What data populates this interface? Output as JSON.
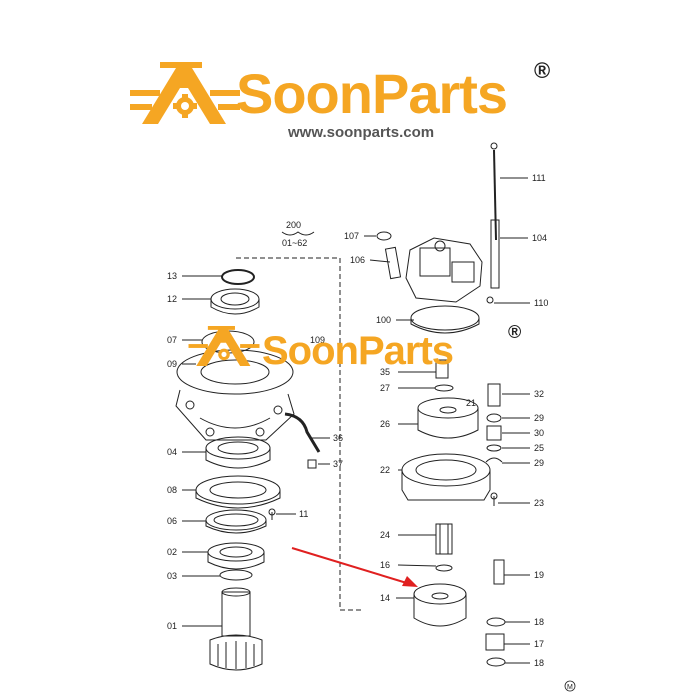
{
  "brand": {
    "wordmark": "SoonParts",
    "registered": "®",
    "url": "www.soonparts.com",
    "color": "#f5a623"
  },
  "watermark": {
    "wordmark": "SoonParts",
    "registered": "®"
  },
  "assembly_ref": {
    "number": "200",
    "range": "01~62"
  },
  "corner_mark": "M",
  "labels": {
    "l111": "111",
    "l104": "104",
    "l107": "107",
    "l106": "106",
    "l110": "110",
    "l100": "100",
    "l13": "13",
    "l12": "12",
    "l07": "07",
    "l109": "109",
    "l09": "09",
    "l35": "35",
    "l27": "27",
    "l32": "32",
    "l21": "21",
    "l26": "26",
    "l29a": "29",
    "l30": "30",
    "l25": "25",
    "l29b": "29",
    "l36": "36",
    "l37": "37",
    "l04": "04",
    "l22": "22",
    "l23": "23",
    "l08": "08",
    "l11": "11",
    "l06": "06",
    "l24": "24",
    "l02": "02",
    "l16": "16",
    "l19": "19",
    "l03": "03",
    "l14": "14",
    "l18a": "18",
    "l01": "01",
    "l17": "17",
    "l18b": "18"
  }
}
